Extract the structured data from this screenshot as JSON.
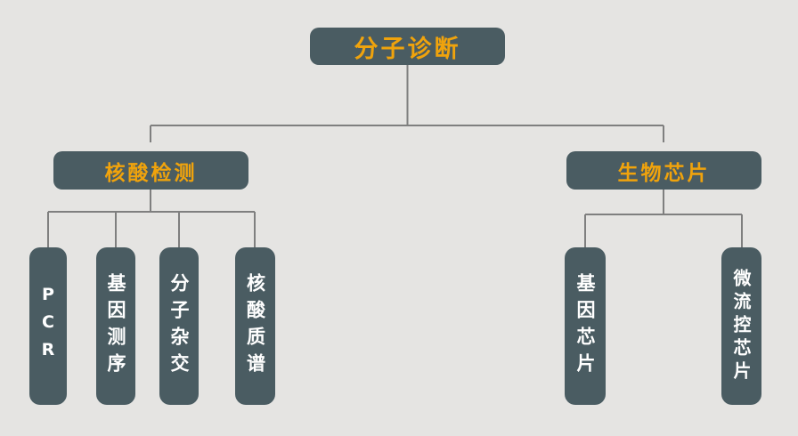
{
  "diagram": {
    "root": {
      "label": "分子诊断"
    },
    "branches": [
      {
        "label": "核酸检测",
        "children": [
          {
            "label": "PCR"
          },
          {
            "label": "基因测序"
          },
          {
            "label": "分子杂交"
          },
          {
            "label": "核酸质谱"
          }
        ]
      },
      {
        "label": "生物芯片",
        "children": [
          {
            "label": "基因芯片"
          },
          {
            "label": "微流控芯片"
          }
        ]
      }
    ],
    "colors": {
      "background": "#e5e4e2",
      "node_fill": "#4a5c62",
      "accent_text": "#f0a30c",
      "leaf_text": "#ffffff",
      "connector": "#7f7f7f"
    }
  }
}
